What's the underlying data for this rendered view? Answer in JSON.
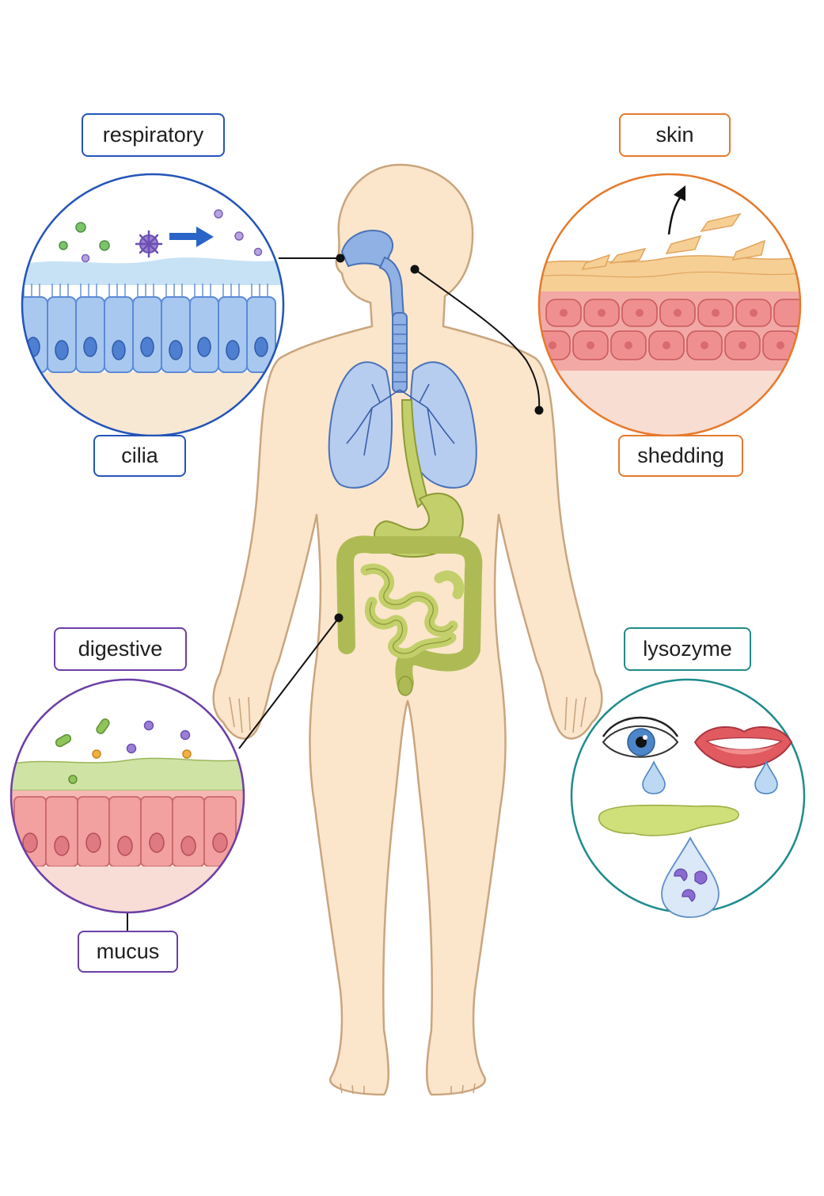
{
  "labels": {
    "respiratory": "respiratory",
    "cilia": "cilia",
    "skin": "skin",
    "shedding": "shedding",
    "digestive": "digestive",
    "mucus": "mucus",
    "lysozyme": "lysozyme"
  },
  "colors": {
    "respiratory": "#2454b8",
    "skin": "#e67a2c",
    "digestive": "#6b3fa6",
    "lysozyme": "#1f8c8c",
    "body_fill": "#fbe6cc",
    "body_outline": "#c9a57e",
    "airway": "#8fb1e3",
    "gut": "#c3cf6a"
  },
  "icons": [
    "microbe-icon",
    "arrow-right-icon",
    "arrow-up-icon",
    "eye-icon",
    "mouth-icon",
    "tear-drop-icon",
    "enzyme-drop-icon"
  ]
}
